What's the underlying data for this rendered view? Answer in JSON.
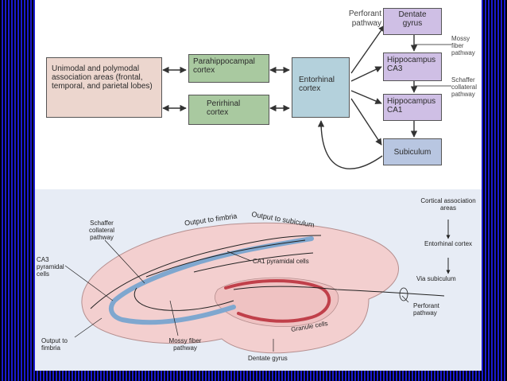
{
  "top": {
    "association": "Unimodal and polymodal association areas (frontal, temporal, and parietal lobes)",
    "parahippocampal": "Parahippocampal cortex",
    "perirhinal": "Perirhinal cortex",
    "entorhinal": "Entorhinal cortex",
    "perforant": "Perforant pathway",
    "dentate": "Dentate gyrus",
    "ca3": "Hippocampus CA3",
    "ca1": "Hippocampus CA1",
    "subiculum": "Subiculum",
    "mossy": "Mossy fiber pathway",
    "schaffer": "Schaffer collateral pathway"
  },
  "bottom": {
    "output_fimbria_top": "Output to fimbria",
    "output_subiculum": "Output to subiculum",
    "schaffer": "Schaffer collateral pathway",
    "ca1_cells": "CA1 pyramidal cells",
    "ca3_cells": "CA3 pyramidal cells",
    "cortical": "Cortical association areas",
    "entorhinal": "Entorhinal cortex",
    "via_subiculum": "Via subiculum",
    "perforant": "Perforant pathway",
    "granule": "Granule cells",
    "mossy": "Mossy fiber pathway",
    "output_fimbria_bottom": "Output to fimbria",
    "dentate": "Dentate gyrus"
  },
  "colors": {
    "association_fill": "#ecd6ce",
    "green_fill": "#a9c9a0",
    "entorhinal_fill": "#b4d1dc",
    "purple_fill": "#cfbfe5",
    "subiculum_fill": "#b8c6e1",
    "tissue": "#f3cfcf",
    "ca_cells": "#7fa7cf",
    "granule_cells": "#c0404a"
  }
}
